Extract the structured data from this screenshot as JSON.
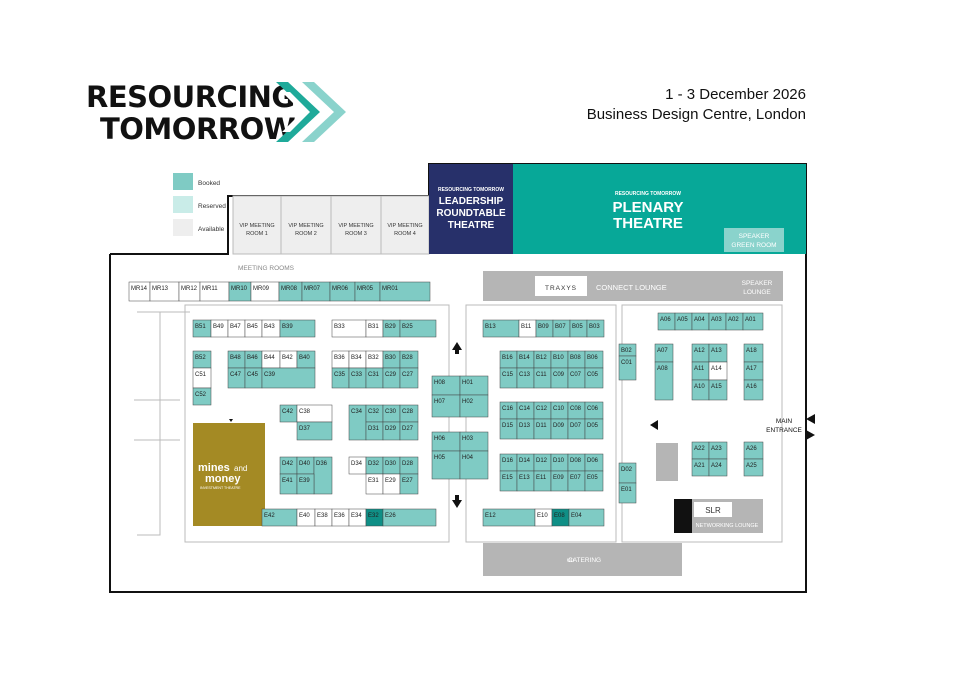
{
  "header": {
    "logo_line1": "RESOURCING",
    "logo_line2": "TOMORROW",
    "date": "1 - 3 December 2026",
    "venue": "Business Design Centre, London"
  },
  "colors": {
    "booked": "#7fcbc4",
    "reserved": "#c9ece8",
    "available": "#eeeeee",
    "plenary": "#07a898",
    "leadership": "#27306a",
    "mines": "#a48a24",
    "lounge": "#b5b5b5",
    "dark_teal": "#0f8f86"
  },
  "legend": [
    {
      "label": "Booked",
      "status": "booked"
    },
    {
      "label": "Reserved",
      "status": "reserved"
    },
    {
      "label": "Available",
      "status": "available"
    }
  ],
  "vip_rooms": [
    "VIP MEETING ROOM 1",
    "VIP MEETING ROOM 2",
    "VIP MEETING ROOM 3",
    "VIP MEETING ROOM 4"
  ],
  "theatres": {
    "leadership_top": "RESOURCING TOMORROW",
    "leadership": [
      "LEADERSHIP",
      "ROUNDTABLE",
      "THEATRE"
    ],
    "plenary_top": "RESOURCING TOMORROW",
    "plenary": [
      "PLENARY",
      "THEATRE"
    ],
    "mines_logo_1": "mines",
    "mines_logo_2": "and",
    "mines_logo_3": "money",
    "mines_sub": "INVESTMENT THEATRE"
  },
  "areas": {
    "meeting_rooms": "MEETING ROOMS",
    "speaker_green_room": [
      "SPEAKER",
      "GREEN ROOM"
    ],
    "connect_lounge": "CONNECT LOUNGE",
    "traxys": "TRAXYS",
    "speaker_lounge": [
      "SPEAKER",
      "LOUNGE"
    ],
    "main_entrance": [
      "MAIN",
      "ENTRANCE"
    ],
    "catering": "CATERING",
    "slr": "SLR",
    "networking_lounge": "NETWORKING LOUNGE"
  },
  "booths": [
    {
      "id": "MR14",
      "s": "available"
    },
    {
      "id": "MR13",
      "s": "available"
    },
    {
      "id": "MR12",
      "s": "available"
    },
    {
      "id": "MR11",
      "s": "available"
    },
    {
      "id": "MR10",
      "s": "booked"
    },
    {
      "id": "MR09",
      "s": "available"
    },
    {
      "id": "MR08",
      "s": "booked"
    },
    {
      "id": "MR07",
      "s": "booked"
    },
    {
      "id": "MR06",
      "s": "booked"
    },
    {
      "id": "MR05",
      "s": "booked"
    },
    {
      "id": "MR01",
      "s": "booked"
    },
    {
      "id": "B51",
      "s": "booked"
    },
    {
      "id": "B49",
      "s": "available"
    },
    {
      "id": "B47",
      "s": "available"
    },
    {
      "id": "B45",
      "s": "available"
    },
    {
      "id": "B43",
      "s": "available"
    },
    {
      "id": "B39",
      "s": "booked"
    },
    {
      "id": "B33",
      "s": "available"
    },
    {
      "id": "B31",
      "s": "available"
    },
    {
      "id": "B29",
      "s": "booked"
    },
    {
      "id": "B25",
      "s": "booked"
    },
    {
      "id": "B52",
      "s": "booked"
    },
    {
      "id": "C51",
      "s": "available"
    },
    {
      "id": "C52",
      "s": "booked"
    },
    {
      "id": "B48",
      "s": "booked"
    },
    {
      "id": "B46",
      "s": "booked"
    },
    {
      "id": "B44",
      "s": "available"
    },
    {
      "id": "B42",
      "s": "available"
    },
    {
      "id": "B40",
      "s": "booked"
    },
    {
      "id": "C47",
      "s": "booked"
    },
    {
      "id": "C45",
      "s": "booked"
    },
    {
      "id": "C39",
      "s": "booked"
    },
    {
      "id": "B36",
      "s": "available"
    },
    {
      "id": "B34",
      "s": "available"
    },
    {
      "id": "B32",
      "s": "available"
    },
    {
      "id": "B30",
      "s": "booked"
    },
    {
      "id": "B28",
      "s": "booked"
    },
    {
      "id": "C35",
      "s": "booked"
    },
    {
      "id": "C33",
      "s": "booked"
    },
    {
      "id": "C31",
      "s": "booked"
    },
    {
      "id": "C29",
      "s": "booked"
    },
    {
      "id": "C27",
      "s": "booked"
    },
    {
      "id": "C42",
      "s": "booked"
    },
    {
      "id": "C38",
      "s": "available"
    },
    {
      "id": "D37",
      "s": "booked"
    },
    {
      "id": "C34",
      "s": "booked"
    },
    {
      "id": "C32",
      "s": "booked"
    },
    {
      "id": "C30",
      "s": "booked"
    },
    {
      "id": "C28",
      "s": "booked"
    },
    {
      "id": "D31",
      "s": "booked"
    },
    {
      "id": "D29",
      "s": "booked"
    },
    {
      "id": "D27",
      "s": "booked"
    },
    {
      "id": "D42",
      "s": "booked"
    },
    {
      "id": "D40",
      "s": "booked"
    },
    {
      "id": "D36",
      "s": "booked"
    },
    {
      "id": "E41",
      "s": "booked"
    },
    {
      "id": "E39",
      "s": "booked"
    },
    {
      "id": "D34",
      "s": "available"
    },
    {
      "id": "D32",
      "s": "booked"
    },
    {
      "id": "D30",
      "s": "booked"
    },
    {
      "id": "D28",
      "s": "booked"
    },
    {
      "id": "E31",
      "s": "available"
    },
    {
      "id": "E29",
      "s": "available"
    },
    {
      "id": "E27",
      "s": "booked"
    },
    {
      "id": "E42",
      "s": "booked"
    },
    {
      "id": "E40",
      "s": "available"
    },
    {
      "id": "E38",
      "s": "available"
    },
    {
      "id": "E36",
      "s": "available"
    },
    {
      "id": "E34",
      "s": "available"
    },
    {
      "id": "E32",
      "s": "booked"
    },
    {
      "id": "E26",
      "s": "booked"
    },
    {
      "id": "H08",
      "s": "booked"
    },
    {
      "id": "H01",
      "s": "booked"
    },
    {
      "id": "H07",
      "s": "booked"
    },
    {
      "id": "H02",
      "s": "booked"
    },
    {
      "id": "H06",
      "s": "booked"
    },
    {
      "id": "H03",
      "s": "booked"
    },
    {
      "id": "H05",
      "s": "booked"
    },
    {
      "id": "H04",
      "s": "booked"
    },
    {
      "id": "B13",
      "s": "booked"
    },
    {
      "id": "B11",
      "s": "available"
    },
    {
      "id": "B09",
      "s": "booked"
    },
    {
      "id": "B07",
      "s": "booked"
    },
    {
      "id": "B05",
      "s": "booked"
    },
    {
      "id": "B03",
      "s": "booked"
    },
    {
      "id": "B16",
      "s": "booked"
    },
    {
      "id": "B14",
      "s": "booked"
    },
    {
      "id": "B12",
      "s": "booked"
    },
    {
      "id": "B10",
      "s": "booked"
    },
    {
      "id": "B08",
      "s": "booked"
    },
    {
      "id": "B06",
      "s": "booked"
    },
    {
      "id": "C15",
      "s": "booked"
    },
    {
      "id": "C13",
      "s": "booked"
    },
    {
      "id": "C11",
      "s": "booked"
    },
    {
      "id": "C09",
      "s": "booked"
    },
    {
      "id": "C07",
      "s": "booked"
    },
    {
      "id": "C05",
      "s": "booked"
    },
    {
      "id": "C16",
      "s": "booked"
    },
    {
      "id": "C14",
      "s": "booked"
    },
    {
      "id": "C12",
      "s": "booked"
    },
    {
      "id": "C10",
      "s": "booked"
    },
    {
      "id": "C08",
      "s": "booked"
    },
    {
      "id": "C06",
      "s": "booked"
    },
    {
      "id": "D15",
      "s": "booked"
    },
    {
      "id": "D13",
      "s": "booked"
    },
    {
      "id": "D11",
      "s": "booked"
    },
    {
      "id": "D09",
      "s": "booked"
    },
    {
      "id": "D07",
      "s": "booked"
    },
    {
      "id": "D05",
      "s": "booked"
    },
    {
      "id": "D16",
      "s": "booked"
    },
    {
      "id": "D14",
      "s": "booked"
    },
    {
      "id": "D12",
      "s": "booked"
    },
    {
      "id": "D10",
      "s": "booked"
    },
    {
      "id": "D08",
      "s": "booked"
    },
    {
      "id": "D06",
      "s": "booked"
    },
    {
      "id": "E15",
      "s": "booked"
    },
    {
      "id": "E13",
      "s": "booked"
    },
    {
      "id": "E11",
      "s": "booked"
    },
    {
      "id": "E09",
      "s": "booked"
    },
    {
      "id": "E07",
      "s": "booked"
    },
    {
      "id": "E05",
      "s": "booked"
    },
    {
      "id": "E12",
      "s": "booked"
    },
    {
      "id": "E10",
      "s": "available"
    },
    {
      "id": "E08",
      "s": "booked"
    },
    {
      "id": "E04",
      "s": "booked"
    },
    {
      "id": "B02",
      "s": "booked"
    },
    {
      "id": "C01",
      "s": "booked"
    },
    {
      "id": "D02",
      "s": "booked"
    },
    {
      "id": "E01",
      "s": "booked"
    },
    {
      "id": "A06",
      "s": "booked"
    },
    {
      "id": "A05",
      "s": "booked"
    },
    {
      "id": "A04",
      "s": "booked"
    },
    {
      "id": "A03",
      "s": "booked"
    },
    {
      "id": "A02",
      "s": "booked"
    },
    {
      "id": "A01",
      "s": "booked"
    },
    {
      "id": "A07",
      "s": "booked"
    },
    {
      "id": "A08",
      "s": "booked"
    },
    {
      "id": "A12",
      "s": "booked"
    },
    {
      "id": "A13",
      "s": "booked"
    },
    {
      "id": "A11",
      "s": "booked"
    },
    {
      "id": "A14",
      "s": "available"
    },
    {
      "id": "A10",
      "s": "booked"
    },
    {
      "id": "A15",
      "s": "booked"
    },
    {
      "id": "A18",
      "s": "booked"
    },
    {
      "id": "A17",
      "s": "booked"
    },
    {
      "id": "A16",
      "s": "booked"
    },
    {
      "id": "A22",
      "s": "booked"
    },
    {
      "id": "A23",
      "s": "booked"
    },
    {
      "id": "A21",
      "s": "booked"
    },
    {
      "id": "A24",
      "s": "booked"
    },
    {
      "id": "A26",
      "s": "booked"
    },
    {
      "id": "A25",
      "s": "booked"
    }
  ]
}
